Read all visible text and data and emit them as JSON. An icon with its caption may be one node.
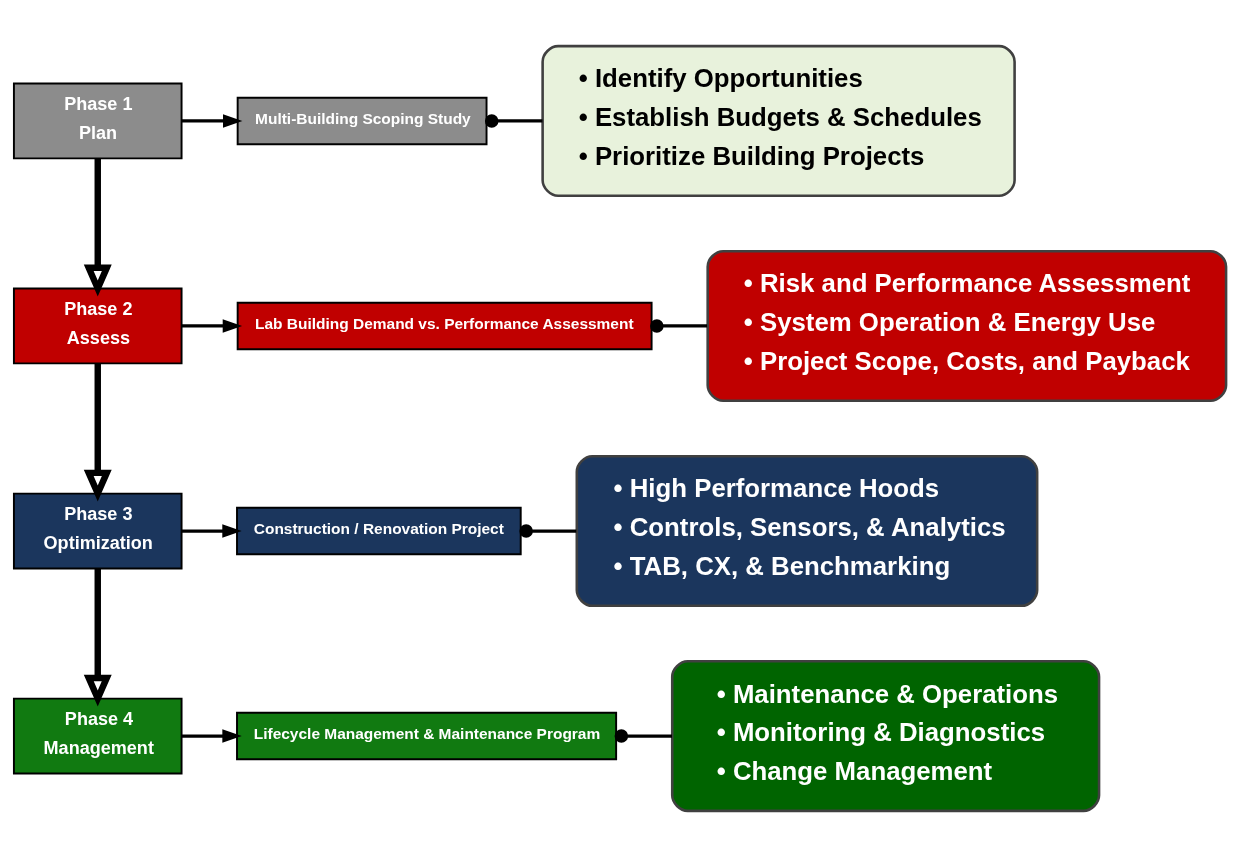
{
  "diagram": {
    "nodes": [
      {
        "text": [
          "Phase 1",
          "Plan"
        ]
      },
      {
        "text": [
          "Multi-Building Scoping Study"
        ]
      },
      {
        "text": [
          "• Identify Opportunities",
          "• Establish Budgets & Schedules",
          "• Prioritize Building Projects"
        ]
      },
      {
        "text": [
          "Phase 2",
          "Assess"
        ]
      },
      {
        "text": [
          "Lab Building Demand vs. Performance Assessment"
        ]
      },
      {
        "text": [
          "• Risk and Performance Assessment",
          "• System Operation & Energy Use",
          "• Project Scope, Costs, and Payback"
        ]
      },
      {
        "text": [
          "Phase 3",
          "Optimization"
        ]
      },
      {
        "text": [
          "Construction / Renovation Project"
        ]
      },
      {
        "text": [
          "• High Performance Hoods",
          "• Controls, Sensors, & Analytics",
          "• TAB, CX, & Benchmarking"
        ]
      },
      {
        "text": [
          "Phase 4",
          "Management"
        ]
      },
      {
        "text": [
          "Lifecycle Management & Maintenance Program"
        ]
      },
      {
        "text": [
          "• Maintenance & Operations",
          "• Monitoring & Diagnostics",
          "• Change Management"
        ]
      }
    ],
    "edges": [
      {
        "from": 0,
        "to": 1,
        "arrow": "to"
      },
      {
        "from": 1,
        "to": 2,
        "arrow": "other"
      },
      {
        "from": 0,
        "to": 3,
        "arrow": "to",
        "style": "thick"
      },
      {
        "from": 3,
        "to": 4,
        "arrow": "to"
      },
      {
        "from": 4,
        "to": 5,
        "arrow": "other"
      },
      {
        "from": 3,
        "to": 6,
        "arrow": "to",
        "style": "thick"
      },
      {
        "from": 6,
        "to": 7,
        "arrow": "to"
      },
      {
        "from": 7,
        "to": 8,
        "arrow": "other"
      },
      {
        "from": 6,
        "to": 9,
        "arrow": "to",
        "style": "thick"
      },
      {
        "from": 9,
        "to": 10,
        "arrow": "to"
      },
      {
        "from": 10,
        "to": 11,
        "arrow": "other"
      }
    ]
  }
}
